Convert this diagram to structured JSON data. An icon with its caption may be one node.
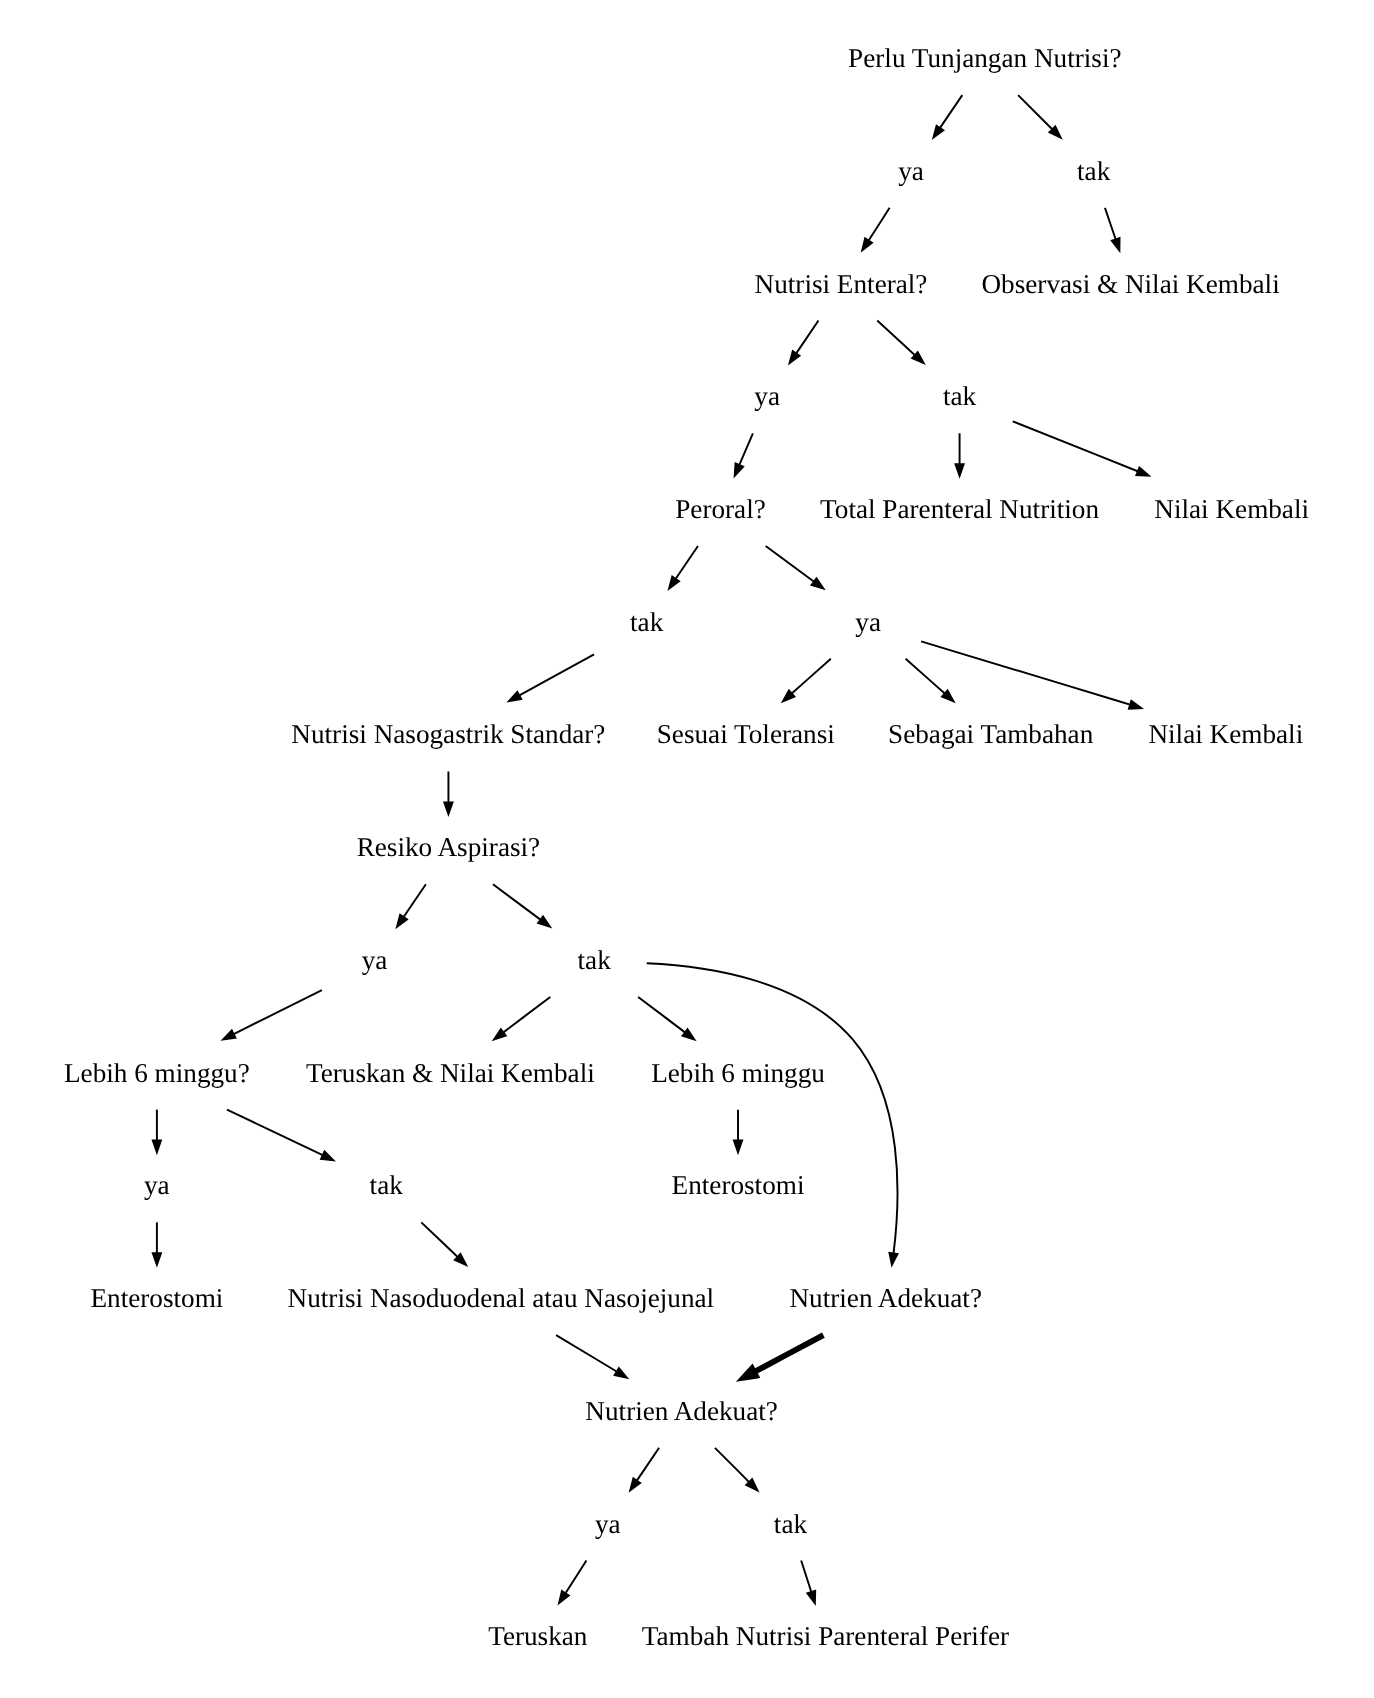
{
  "diagram": {
    "nodes": [
      {
        "text": [
          "Perlu Tunjangan Nutrisi?"
        ]
      },
      {
        "text": [
          "ya"
        ]
      },
      {
        "text": [
          "tak"
        ]
      },
      {
        "text": [
          "Observasi & Nilai Kembali"
        ]
      },
      {
        "text": [
          "Nutrisi Enteral?"
        ]
      },
      {
        "text": [
          "ya"
        ]
      },
      {
        "text": [
          "tak"
        ]
      },
      {
        "text": [
          "Total Parenteral Nutrition"
        ]
      },
      {
        "text": [
          "Nilai Kembali"
        ]
      },
      {
        "text": [
          "Peroral?"
        ]
      },
      {
        "text": [
          "tak"
        ]
      },
      {
        "text": [
          "ya"
        ]
      },
      {
        "text": [
          "Sesuai Toleransi"
        ]
      },
      {
        "text": [
          "Sebagai Tambahan"
        ]
      },
      {
        "text": [
          "Nilai Kembali"
        ]
      },
      {
        "text": [
          "Nutrisi Nasogastrik Standar?"
        ]
      },
      {
        "text": [
          "Resiko Aspirasi?"
        ]
      },
      {
        "text": [
          "ya"
        ]
      },
      {
        "text": [
          "tak"
        ]
      },
      {
        "text": [
          "Teruskan & Nilai Kembali"
        ]
      },
      {
        "text": [
          "Lebih 6 minggu"
        ]
      },
      {
        "text": [
          "Enterostomi"
        ]
      },
      {
        "text": [
          "Nutrien Adekuat?"
        ]
      },
      {
        "text": [
          "Lebih 6 minggu?"
        ]
      },
      {
        "text": [
          "ya"
        ]
      },
      {
        "text": [
          "tak"
        ]
      },
      {
        "text": [
          "Enterostomi"
        ]
      },
      {
        "text": [
          "Nutrisi Nasoduodenal atau Nasojejunal"
        ]
      },
      {
        "text": [
          "Nutrien Adekuat?"
        ]
      },
      {
        "text": [
          "ya"
        ]
      },
      {
        "text": [
          "tak"
        ]
      },
      {
        "text": [
          "Teruskan"
        ]
      },
      {
        "text": [
          "Tambah Nutrisi Parenteral Perifer"
        ]
      }
    ],
    "edges": [
      {
        "from": 0,
        "to": 1,
        "arrow": "to"
      },
      {
        "from": 0,
        "to": 2,
        "arrow": "to"
      },
      {
        "from": 2,
        "to": 3,
        "arrow": "to"
      },
      {
        "from": 1,
        "to": 4,
        "arrow": "to"
      },
      {
        "from": 4,
        "to": 5,
        "arrow": "to"
      },
      {
        "from": 4,
        "to": 6,
        "arrow": "to"
      },
      {
        "from": 6,
        "to": 7,
        "arrow": "to"
      },
      {
        "from": 6,
        "to": 8,
        "arrow": "to"
      },
      {
        "from": 5,
        "to": 9,
        "arrow": "to"
      },
      {
        "from": 9,
        "to": 10,
        "arrow": "to"
      },
      {
        "from": 9,
        "to": 11,
        "arrow": "to"
      },
      {
        "from": 11,
        "to": 12,
        "arrow": "to"
      },
      {
        "from": 11,
        "to": 13,
        "arrow": "to"
      },
      {
        "from": 11,
        "to": 14,
        "arrow": "to"
      },
      {
        "from": 10,
        "to": 15,
        "arrow": "to"
      },
      {
        "from": 15,
        "to": 16,
        "arrow": "to"
      },
      {
        "from": 16,
        "to": 17,
        "arrow": "to"
      },
      {
        "from": 16,
        "to": 18,
        "arrow": "to"
      },
      {
        "from": 18,
        "to": 19,
        "arrow": "to"
      },
      {
        "from": 18,
        "to": 20,
        "arrow": "to"
      },
      {
        "from": 18,
        "to": 22,
        "arrow": "to"
      },
      {
        "from": 20,
        "to": 21,
        "arrow": "to"
      },
      {
        "from": 17,
        "to": 23,
        "arrow": "to"
      },
      {
        "from": 23,
        "to": 24,
        "arrow": "to"
      },
      {
        "from": 23,
        "to": 25,
        "arrow": "to"
      },
      {
        "from": 24,
        "to": 26,
        "arrow": "to"
      },
      {
        "from": 25,
        "to": 27,
        "arrow": "to"
      },
      {
        "from": 27,
        "to": 28,
        "arrow": "to"
      },
      {
        "from": 22,
        "to": 28,
        "arrow": "to",
        "style": "thick"
      },
      {
        "from": 28,
        "to": 29,
        "arrow": "to"
      },
      {
        "from": 28,
        "to": 30,
        "arrow": "to"
      },
      {
        "from": 29,
        "to": 31,
        "arrow": "to"
      },
      {
        "from": 30,
        "to": 32,
        "arrow": "to"
      }
    ]
  }
}
